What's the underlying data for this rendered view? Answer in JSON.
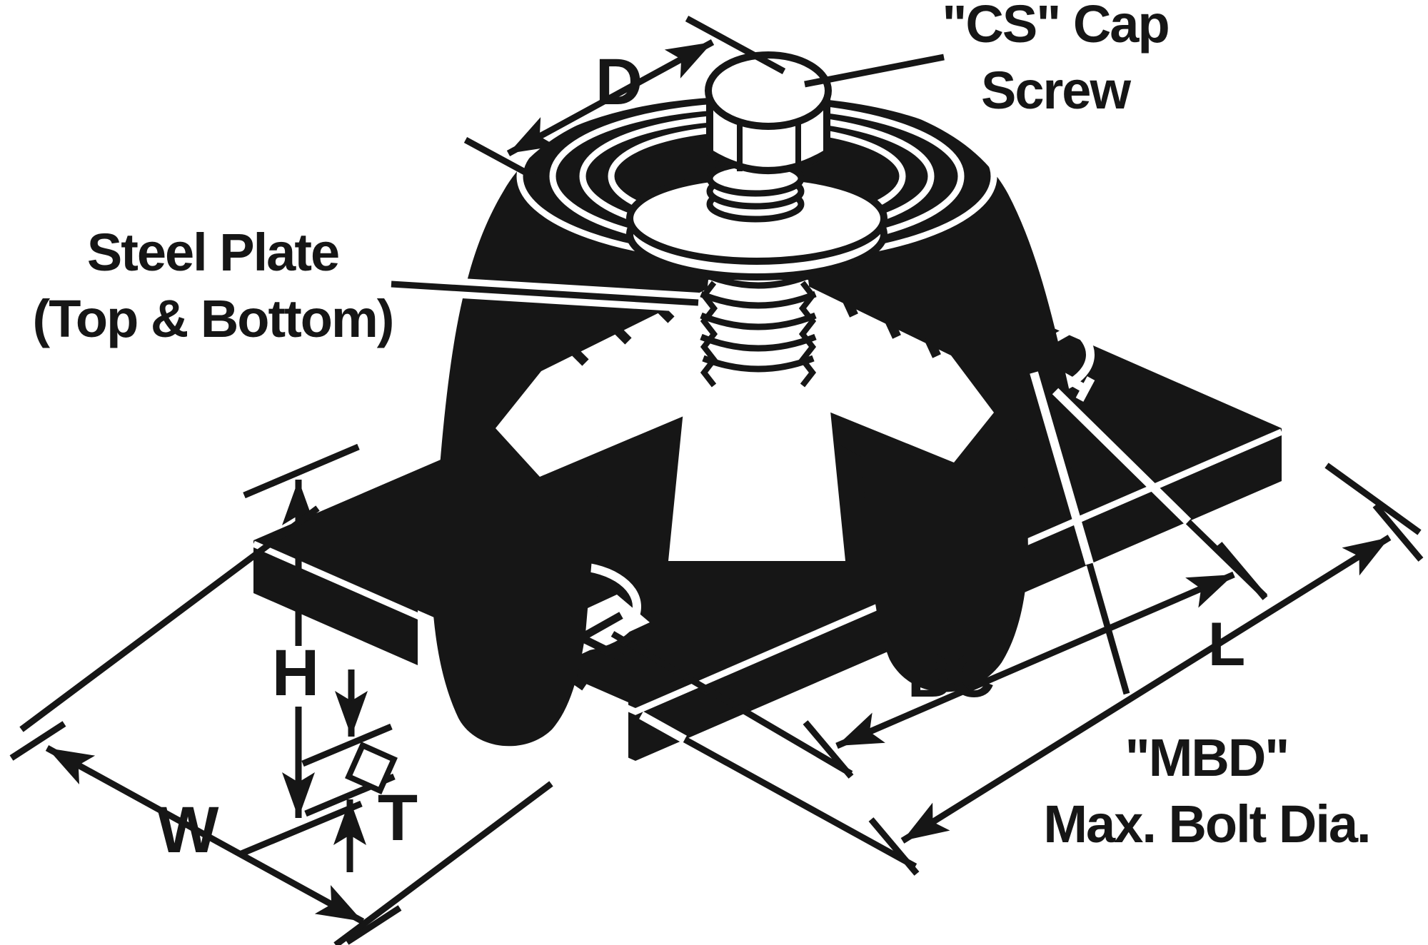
{
  "diagram": {
    "labels": {
      "d": "D",
      "h": "H",
      "w": "W",
      "t": "T",
      "bc": "BC",
      "l": "L"
    },
    "annotations": {
      "cap_screw": [
        "\"CS\" Cap",
        "Screw"
      ],
      "steel_plate": [
        "Steel Plate",
        "(Top & Bottom)"
      ],
      "mbd": [
        "\"MBD\"",
        "Max. Bolt Dia."
      ]
    },
    "colors": {
      "ink": "#161616",
      "paper": "#ffffff"
    }
  }
}
